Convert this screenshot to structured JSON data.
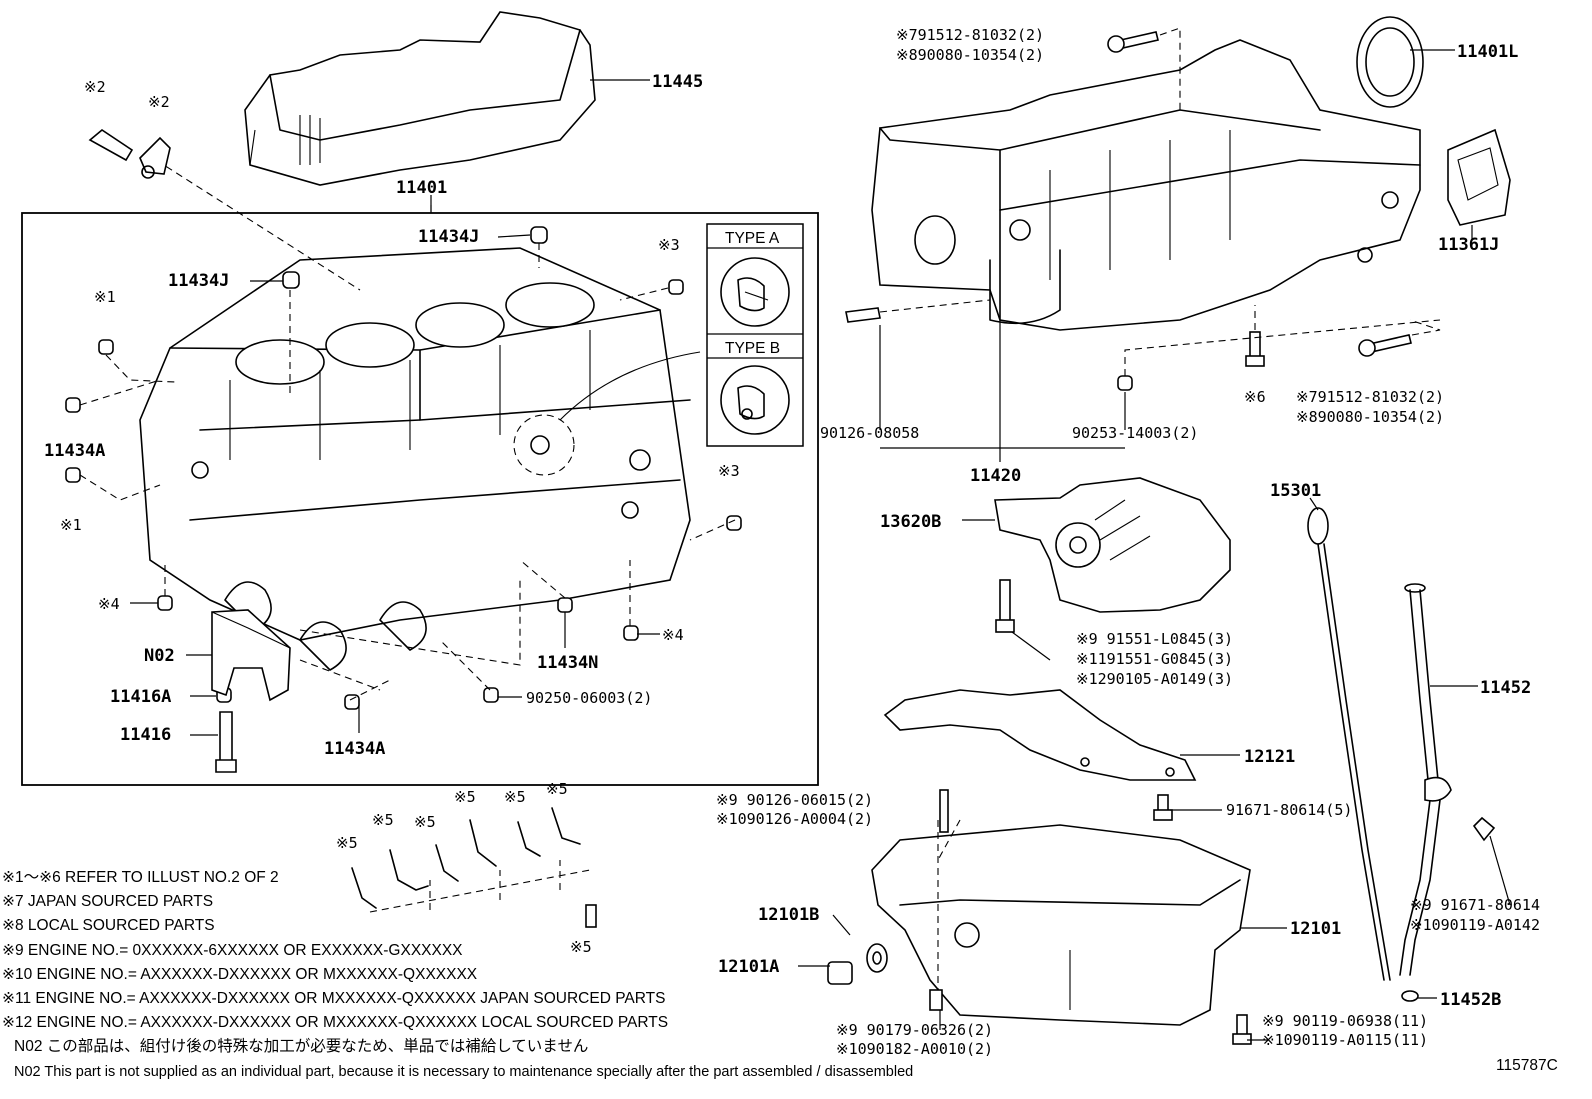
{
  "diagram": {
    "drawing_code": "115787C",
    "part_labels": [
      {
        "id": "p11445",
        "text": "11445"
      },
      {
        "id": "p11401",
        "text": "11401"
      },
      {
        "id": "p11434J_a",
        "text": "11434J"
      },
      {
        "id": "p11434J_b",
        "text": "11434J"
      },
      {
        "id": "p11434A_a",
        "text": "11434A"
      },
      {
        "id": "p11434A_b",
        "text": "11434A"
      },
      {
        "id": "p11434N",
        "text": "11434N"
      },
      {
        "id": "pN02",
        "text": "N02"
      },
      {
        "id": "p11416A",
        "text": "11416A"
      },
      {
        "id": "p11416",
        "text": "11416"
      },
      {
        "id": "p90250",
        "text": "90250-06003(2)"
      },
      {
        "id": "p11401L",
        "text": "11401L"
      },
      {
        "id": "p11361J",
        "text": "11361J"
      },
      {
        "id": "p90126_08058",
        "text": "90126-08058"
      },
      {
        "id": "p11420",
        "text": "11420"
      },
      {
        "id": "p90253",
        "text": "90253-14003(2)"
      },
      {
        "id": "p13620B",
        "text": "13620B"
      },
      {
        "id": "p15301",
        "text": "15301"
      },
      {
        "id": "p11452",
        "text": "11452"
      },
      {
        "id": "p12121",
        "text": "12121"
      },
      {
        "id": "p91671_80614_5",
        "text": "91671-80614(5)"
      },
      {
        "id": "p12101B",
        "text": "12101B"
      },
      {
        "id": "p12101A",
        "text": "12101A"
      },
      {
        "id": "p12101",
        "text": "12101"
      },
      {
        "id": "p11452B",
        "text": "11452B"
      }
    ],
    "ref_marks": [
      {
        "id": "r2a",
        "text": "※2"
      },
      {
        "id": "r2b",
        "text": "※2"
      },
      {
        "id": "r1a",
        "text": "※1"
      },
      {
        "id": "r1b",
        "text": "※1"
      },
      {
        "id": "r3a",
        "text": "※3"
      },
      {
        "id": "r3b",
        "text": "※3"
      },
      {
        "id": "r4a",
        "text": "※4"
      },
      {
        "id": "r4b",
        "text": "※4"
      },
      {
        "id": "r6",
        "text": "※6"
      },
      {
        "id": "r5a",
        "text": "※5"
      },
      {
        "id": "r5b",
        "text": "※5"
      },
      {
        "id": "r5c",
        "text": "※5"
      },
      {
        "id": "r5d",
        "text": "※5"
      },
      {
        "id": "r5e",
        "text": "※5"
      },
      {
        "id": "r5f",
        "text": "※5"
      },
      {
        "id": "r5g",
        "text": "※5"
      }
    ],
    "multi_labels": [
      {
        "id": "m_top1",
        "text": "※791512-81032(2)"
      },
      {
        "id": "m_top2",
        "text": "※890080-10354(2)"
      },
      {
        "id": "m_mid1",
        "text": "※791512-81032(2)"
      },
      {
        "id": "m_mid2",
        "text": "※890080-10354(2)"
      },
      {
        "id": "m_pump1",
        "text": "※9  91551-L0845(3)"
      },
      {
        "id": "m_pump2",
        "text": "※1191551-G0845(3)"
      },
      {
        "id": "m_pump3",
        "text": "※1290105-A0149(3)"
      },
      {
        "id": "m_stud1",
        "text": "※9  90126-06015(2)"
      },
      {
        "id": "m_stud2",
        "text": "※1090126-A0004(2)"
      },
      {
        "id": "m_bolt1",
        "text": "※9  91671-80614"
      },
      {
        "id": "m_bolt2",
        "text": "※1090119-A0142"
      },
      {
        "id": "m_plug1",
        "text": "※9  90179-06326(2)"
      },
      {
        "id": "m_plug2",
        "text": "※1090182-A0010(2)"
      },
      {
        "id": "m_pan1",
        "text": "※9  90119-06938(11)"
      },
      {
        "id": "m_pan2",
        "text": "※1090119-A0115(11)"
      }
    ],
    "type_boxes": [
      {
        "id": "typeA",
        "text": "TYPE A"
      },
      {
        "id": "typeB",
        "text": "TYPE B"
      }
    ]
  },
  "notes": [
    "※1〜※6  REFER TO ILLUST NO.2 OF 2",
    "※7  JAPAN SOURCED PARTS",
    "※8  LOCAL SOURCED PARTS",
    "※9  ENGINE NO.= 0XXXXXX-6XXXXXX OR EXXXXXX-GXXXXXX",
    "※10 ENGINE NO.= AXXXXXX-DXXXXXX OR MXXXXXX-QXXXXXX",
    "※11 ENGINE NO.= AXXXXXX-DXXXXXX OR MXXXXXX-QXXXXXX JAPAN SOURCED PARTS",
    "※12 ENGINE NO.= AXXXXXX-DXXXXXX OR MXXXXXX-QXXXXXX LOCAL SOURCED PARTS",
    "N02  この部品は、組付け後の特殊な加工が必要なため、単品では補給していません",
    "N02  This part is not supplied as an individual part, because it is necessary to maintenance specially after the part assembled / disassembled"
  ]
}
